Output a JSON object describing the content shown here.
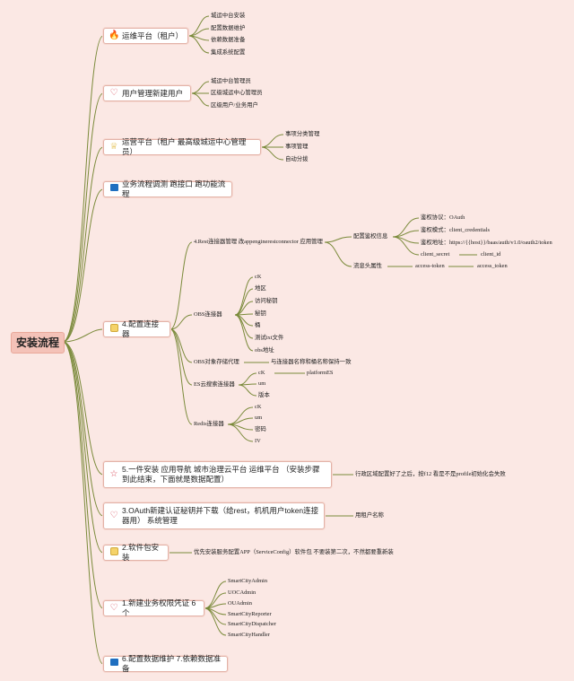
{
  "root": "安装流程",
  "icons": [
    "fire-icon",
    "heart-icon",
    "trophy-icon",
    "flag-icon",
    "bulb-icon",
    "star-icon",
    "heart-icon",
    "bulb-icon",
    "heart-icon",
    "flag-icon"
  ],
  "nodes": {
    "n1": "运维平台（租户）",
    "n1_c": [
      "城运中台安装",
      "配置数据维护",
      "依赖数据准备",
      "集成系统配置"
    ],
    "n2": "用户管理新建用户",
    "n2_c": [
      "城运中台管理员",
      "区级城运中心管理员",
      "区级用户/业务用户"
    ],
    "n3": "运营平台（租户 最高级城运中心管理员）",
    "n3_c": [
      "事项分类管理",
      "事项管理",
      "自动分拨"
    ],
    "n4": "业务流程调测 跑接口 跑功能流程",
    "n5": "4.配置连接器",
    "n5_rest": "4.Rest连接器管理 改appenginerestconnector 应用管理",
    "n5_auth": "配置鉴权信息",
    "n5_auth_c": [
      "鉴权协议：OAuth",
      "鉴权模式：client_credentials",
      "鉴权地址：https://{{host}}/baas/auth/v1.0/oauth2/token",
      "client_secret",
      "client_id"
    ],
    "n5_head": "流息头属性",
    "n5_head_c": [
      "access-token",
      "access_token"
    ],
    "n5_obs": "OBS连接器",
    "n5_obs_c": [
      "cK",
      "地区",
      "访问秘钥",
      "秘钥",
      "桶",
      "测试txt文件",
      "obs地址"
    ],
    "n5_proxy": "OBS对象存储代理",
    "n5_proxy_c": "与连接器名称和桶名称保持一致",
    "n5_es": "ES云搜索连接器",
    "n5_es_c": [
      "cK",
      "platformES",
      "um",
      "版本"
    ],
    "n5_redis": "Redis连接器",
    "n5_redis_c": [
      "cK",
      "um",
      "密码",
      "IV"
    ],
    "n6": "5.一件安装 应用导航 城市治理云平台 运维平台 （安装步骤到此结束，下面就是数据配置）",
    "n6_c": "行政区域配置好了之后，按f12 看是不是profile初始化会失败",
    "n7": "3.OAuth新建认证秘钥并下载（给rest，机机用户token连接器用） 系统管理",
    "n7_c": "用租户名称",
    "n8": "2.软件包安装",
    "n8_c": "优先安装服务配置APP（ServiceConfig）软件包 不要装第二次，不然都要重新装",
    "n9": "1.新建业务权限凭证 6个",
    "n9_c": [
      "SmartCityAdmin",
      "UOCAdmin",
      "OUAdmin",
      "SmartCityReporter",
      "SmartCityDispatcher",
      "SmartCityHandler"
    ],
    "n10": "6.配置数据维护 7.依赖数据准备"
  }
}
